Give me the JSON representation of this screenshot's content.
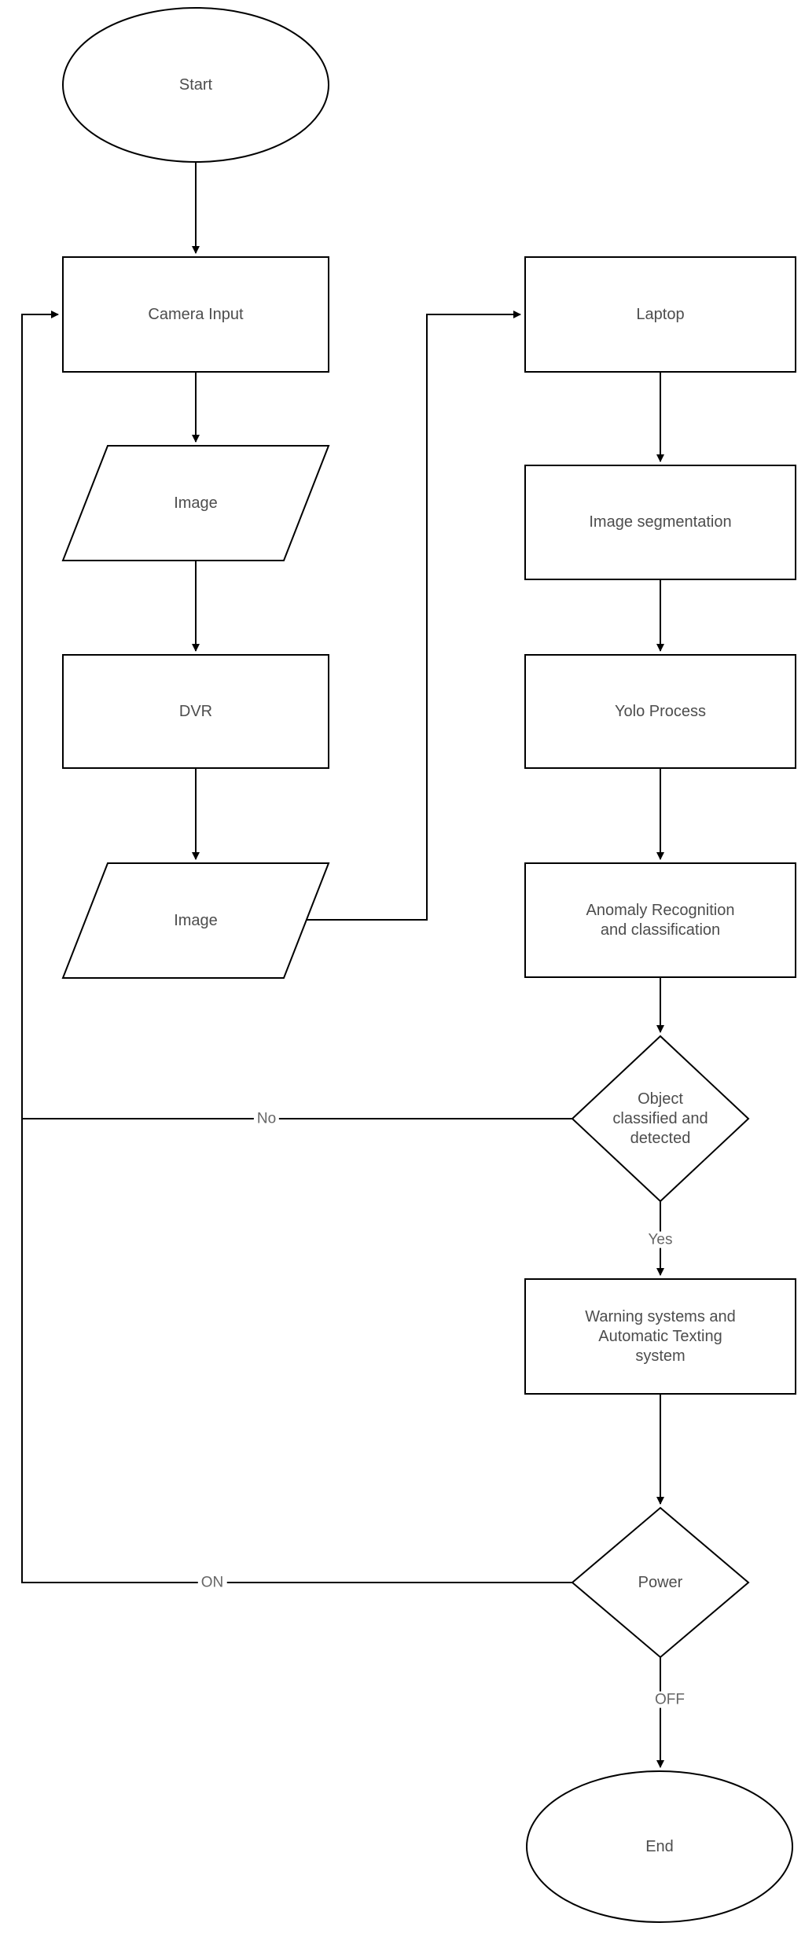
{
  "diagram": {
    "background_color": "#ffffff",
    "stroke_color": "#000000",
    "node_text_color": "#4d4d4d",
    "edge_label_color": "#666666",
    "nodes": {
      "start": {
        "shape": "ellipse",
        "label": "Start"
      },
      "camera_input": {
        "shape": "rectangle",
        "label": "Camera Input"
      },
      "image_1": {
        "shape": "parallelogram",
        "label": "Image"
      },
      "dvr": {
        "shape": "rectangle",
        "label": "DVR"
      },
      "image_2": {
        "shape": "parallelogram",
        "label": "Image"
      },
      "laptop": {
        "shape": "rectangle",
        "label": "Laptop"
      },
      "image_segmentation": {
        "shape": "rectangle",
        "label": "Image segmentation"
      },
      "yolo_process": {
        "shape": "rectangle",
        "label": "Yolo Process"
      },
      "anomaly_recognition": {
        "shape": "rectangle",
        "lines": [
          "Anomaly Recognition",
          "and classification"
        ]
      },
      "object_decision": {
        "shape": "diamond",
        "lines": [
          "Object",
          "classified and",
          "detected"
        ]
      },
      "warning_system": {
        "shape": "rectangle",
        "lines": [
          "Warning systems and",
          "Automatic Texting",
          "system"
        ]
      },
      "power_decision": {
        "shape": "diamond",
        "label": "Power"
      },
      "end": {
        "shape": "ellipse",
        "label": "End"
      }
    },
    "edge_labels": {
      "no": "No",
      "yes": "Yes",
      "on": "ON",
      "off": "OFF"
    }
  }
}
